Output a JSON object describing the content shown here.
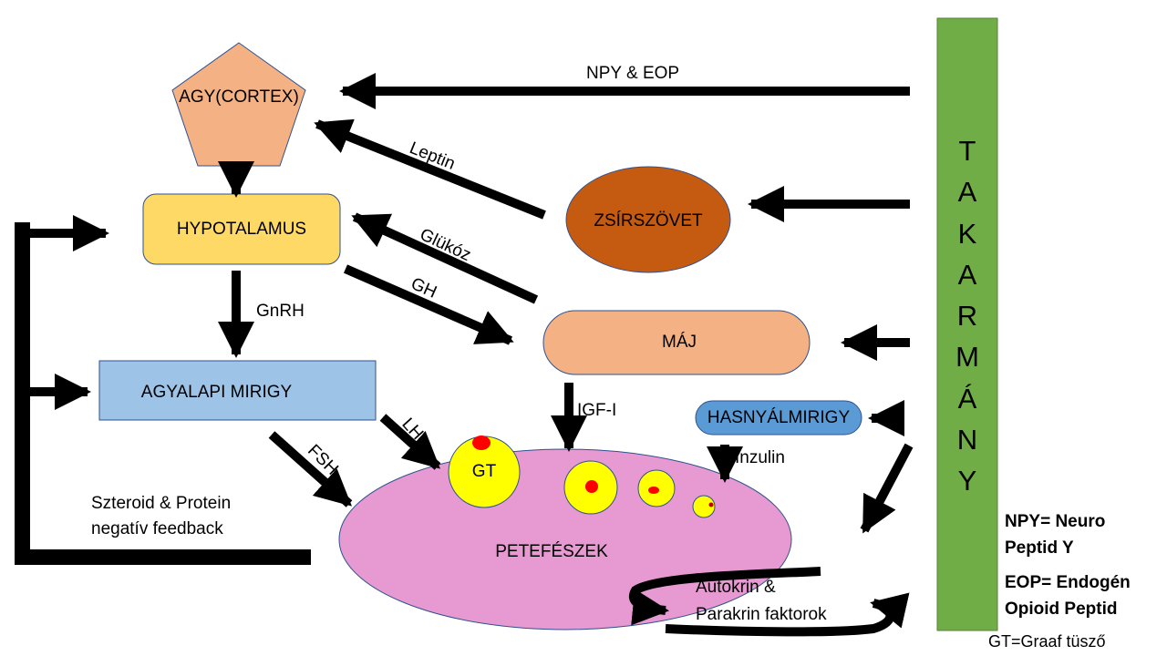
{
  "nodes": {
    "brain": "AGY(CORTEX)",
    "hypothalamus": "HYPOTALAMUS",
    "pituitary": "AGYALAPI MIRIGY",
    "adipose": "ZSÍRSZÖVET",
    "liver": "MÁJ",
    "pancreas": "HASNYÁLMIRIGY",
    "ovary": "PETEFÉSZEK",
    "follicle": "GT"
  },
  "feed_letters": [
    "T",
    "A",
    "K",
    "A",
    "R",
    "M",
    "Á",
    "N",
    "Y"
  ],
  "labels": {
    "npy_eop": "NPY & EOP",
    "leptin": "Leptin",
    "glucose": "Glükóz",
    "gh": "GH",
    "gnrh": "GnRH",
    "igf": "IGF-I",
    "insulin": "Inzulin",
    "lh": "LH",
    "fsh": "FSH",
    "feedback_line1": "Szteroid & Protein",
    "feedback_line2": "negatív feedback",
    "autocrine_line1": "Autokrin &",
    "autocrine_line2": "Parakrin faktorok"
  },
  "legend": {
    "npy_line1": "NPY= Neuro",
    "npy_line2": "Peptid Y",
    "eop_line1": "EOP= Endogén",
    "eop_line2": "Opioid Peptid",
    "gt": "GT=Graaf tüsző"
  },
  "colors": {
    "brain": "#f4b183",
    "hypothalamus": "#ffd966",
    "pituitary": "#9dc3e6",
    "adipose": "#c55a11",
    "liver": "#f4b183",
    "pancreas": "#5b9bd5",
    "ovary": "#e799d2",
    "feed_bar": "#70ad47",
    "follicle": "#ffff00",
    "oocyte": "#ff0000"
  }
}
